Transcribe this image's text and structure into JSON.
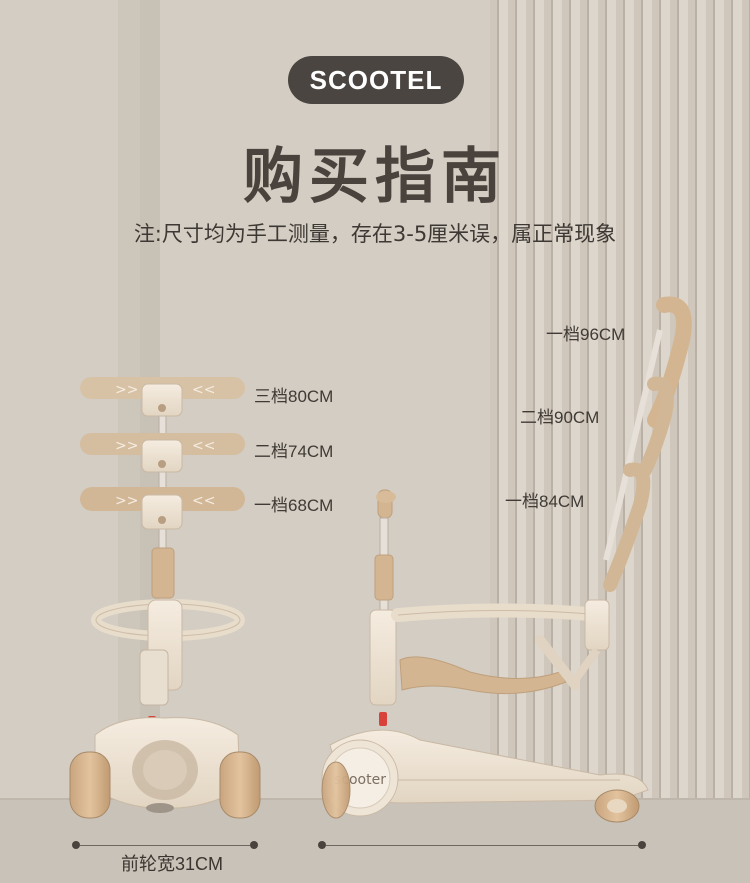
{
  "brand": {
    "name": "SCOOTEL"
  },
  "heading": {
    "title": "购买指南"
  },
  "notice": {
    "text": "注:尺寸均为手工测量，存在3-5厘米误，属正常现象"
  },
  "front_scooter": {
    "handlebar_levels": [
      {
        "label": "三档80CM"
      },
      {
        "label": "二档74CM"
      },
      {
        "label": "一档68CM"
      }
    ],
    "wheel_width_label": "前轮宽31CM"
  },
  "side_scooter": {
    "push_handle_levels": [
      {
        "label": "一档96CM"
      },
      {
        "label": "二档90CM"
      },
      {
        "label": "一档84CM"
      }
    ],
    "deck_logo_text": "scooter"
  },
  "colors": {
    "scooter_body": "#f0e4d2",
    "scooter_accent": "#c7a27f",
    "wheel": "#d8b48c",
    "pill_bg": "#4a4540",
    "red_button": "#d9423a"
  }
}
